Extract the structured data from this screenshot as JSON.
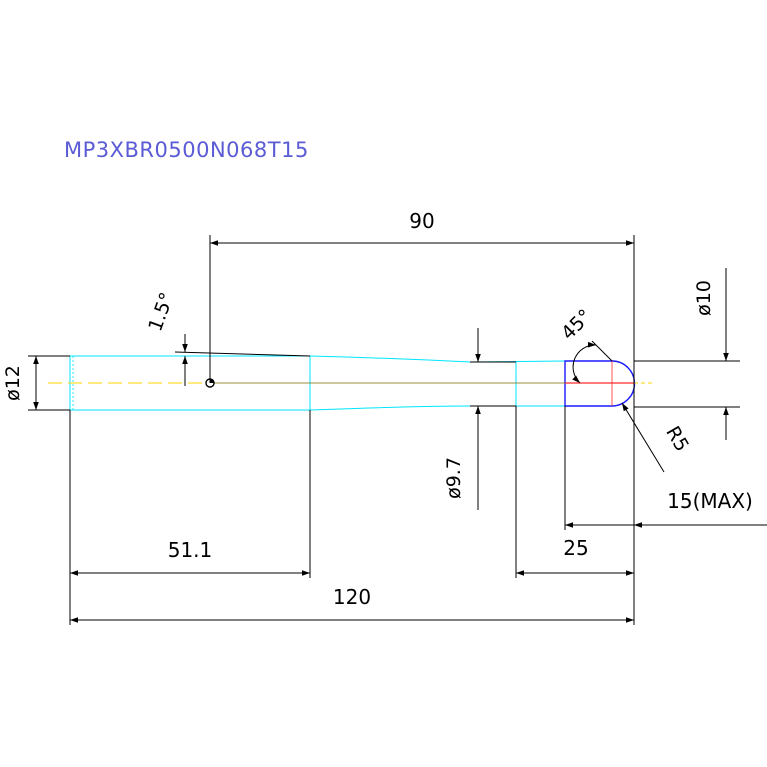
{
  "drawing": {
    "part_number": "MP3XBR0500N068T15",
    "dimensions": {
      "overall_length": "120",
      "tip_to_ref": "90",
      "shank_length": "51.1",
      "tip_section": "25",
      "max_length": "15(MAX)",
      "shank_diameter": "ø12",
      "neck_diameter": "ø9.7",
      "tip_diameter": "ø10",
      "tip_radius": "R5",
      "taper_angle": "1.5°",
      "chamfer_angle": "45°"
    },
    "colors": {
      "part_number": "#5b5bd6",
      "outline": "#00e5ff",
      "centerline": "#ffd400",
      "tip_outline": "#1a1aff",
      "tip_center": "#ff2a2a",
      "dimension": "#000000"
    }
  }
}
